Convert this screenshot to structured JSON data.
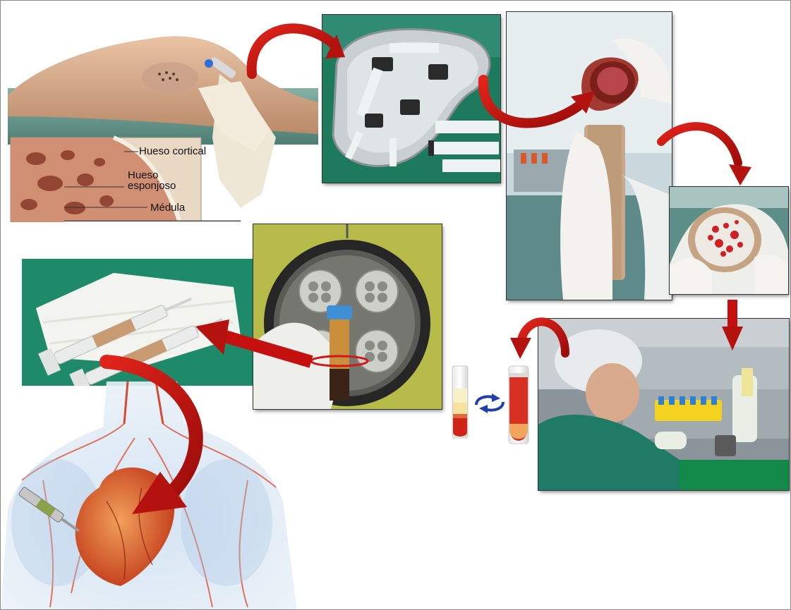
{
  "bone_diagram": {
    "label_cortical": "Hueso cortical",
    "label_spongy_line1": "Hueso",
    "label_spongy_line2": "esponjoso",
    "label_marrow": "Médula"
  },
  "colors": {
    "arrow_red": "#c4100f",
    "surgical_green": "#1d8a6a",
    "blood_red": "#d22a1c",
    "swap_blue": "#1f3fae"
  },
  "icons": {
    "swap": "swap-arrows-icon"
  }
}
